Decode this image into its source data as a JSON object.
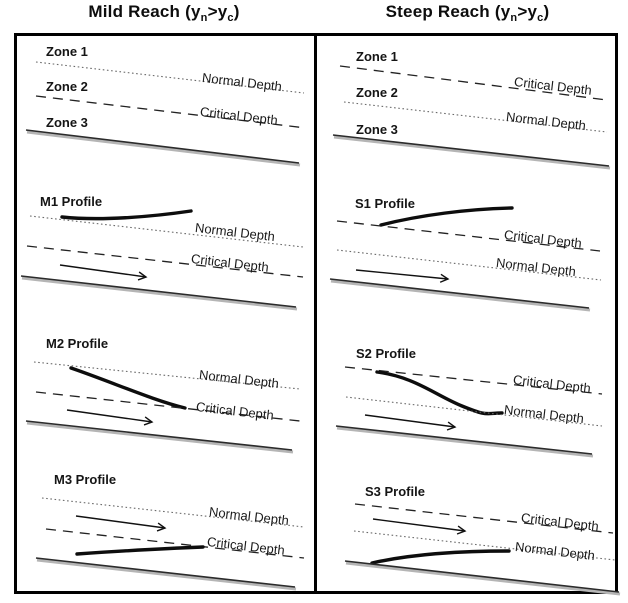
{
  "left_column": {
    "title": {
      "reach": "Mild Reach",
      "open": "(y",
      "sub_n": "n",
      "mid": ">y",
      "sub_c": "c",
      "close": ")"
    },
    "zones": {
      "z1": "Zone 1",
      "z2": "Zone 2",
      "z3": "Zone 3",
      "normal": "Normal Depth",
      "critical": "Critical Depth"
    },
    "m1": {
      "label": "M1 Profile",
      "normal": "Normal Depth",
      "critical": "Critical Depth"
    },
    "m2": {
      "label": "M2 Profile",
      "normal": "Normal Depth",
      "critical": "Critical Depth"
    },
    "m3": {
      "label": "M3 Profile",
      "normal": "Normal Depth",
      "critical": "Critical Depth"
    }
  },
  "right_column": {
    "title": {
      "reach": "Steep Reach",
      "open": "(y",
      "sub_n": "n",
      "mid": ">y",
      "sub_c": "c",
      "close": ")"
    },
    "zones": {
      "z1": "Zone 1",
      "z2": "Zone 2",
      "z3": "Zone 3",
      "critical": "Critical Depth",
      "normal": "Normal Depth"
    },
    "s1": {
      "label": "S1 Profile",
      "critical": "Critical Depth",
      "normal": "Normal Depth"
    },
    "s2": {
      "label": "S2 Profile",
      "critical": "Critical Depth",
      "normal": "Normal Depth"
    },
    "s3": {
      "label": "S3 Profile",
      "critical": "Critical Depth",
      "normal": "Normal Depth"
    }
  },
  "colors": {
    "ink": "#0d0d0d",
    "dotted_line": "#6a6a6a",
    "dashed_line": "#222222",
    "bed_shadow": "#b5b5b5",
    "background": "#ffffff"
  }
}
